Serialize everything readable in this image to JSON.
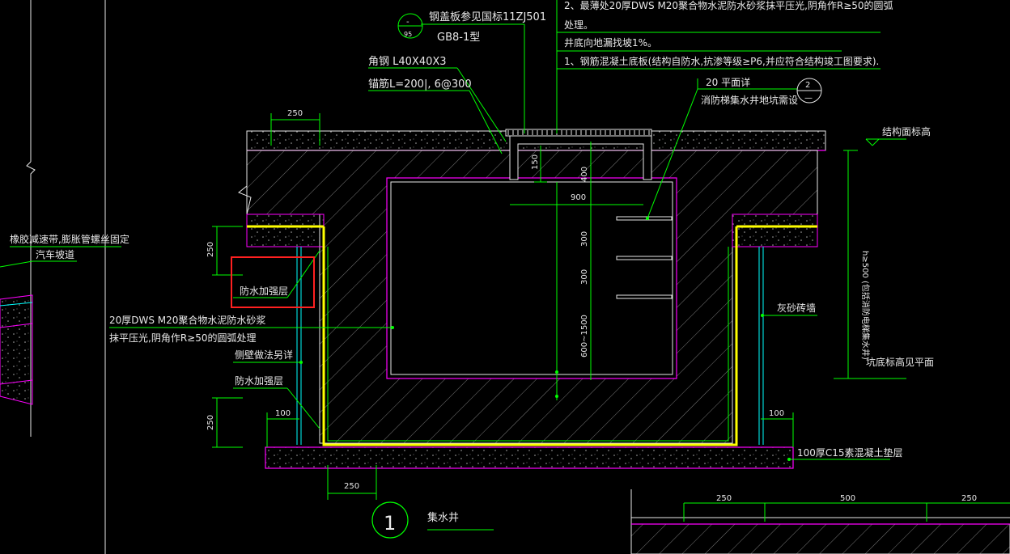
{
  "notes": {
    "top_line1": "2、最薄处20厚DWS M20聚合物水泥防水砂浆抹平压光,阴角作R≥50的圆弧",
    "top_line2": "处理。",
    "top_line3": "井底向地漏找坡1%。",
    "top_line4": "1、钢筋混凝土底板(结构自防水,抗渗等级≥P6,并应符合结构竣工图要求)."
  },
  "labels": {
    "cover_ref": "钢盖板参见国标11ZJ501",
    "cover_type": "GB8-1型",
    "angle_steel": "角钢 L40X40X3",
    "anchor": "锚筋L=200|, 6@300",
    "rubber_strip": "橡胶减速带,膨胀管螺丝固定",
    "car_ramp": "汽车坡道",
    "waterproof_reinforce_1": "防水加强层",
    "mortar_line1": "20厚DWS M20聚合物水泥防水砂浆",
    "mortar_line2": "抹平压光,阴角作R≥50的圆弧处理",
    "side_wall": "侧壁做法另详",
    "waterproof_reinforce_2": "防水加强层",
    "ladder_1": "20 平面详",
    "ladder_2": "消防梯集水井地坑需设",
    "struct_level": "结构面标高",
    "lime_brick": "灰砂砖墙",
    "pit_bottom": "坑底标高见平面",
    "h_label": "h≥500 (包括消防电梯集水井)",
    "cushion": "100厚C15素混凝土垫层",
    "title_num": "1",
    "title": "集水井",
    "ref_detail_top": "-",
    "ref_detail_bottom": "95",
    "ref2_top": "2",
    "ref2_bottom": "—"
  },
  "dims": {
    "d250_top": "250",
    "d250_left_upper": "250",
    "d250_left_lower": "250",
    "d100_left": "100",
    "d100_right": "100",
    "d250_bottom": "250",
    "d150": "150",
    "d400": "400",
    "d900": "900",
    "d300_a": "300",
    "d300_b": "300",
    "d600": "600~1500",
    "d250_r1": "250",
    "d500_r": "500",
    "d250_r2": "250"
  },
  "colors": {
    "green": "#00ff00",
    "magenta": "#ff00ff",
    "yellow": "#ffff00",
    "white": "#e8e8e8",
    "red": "#ff2020",
    "cyan": "#00ffff",
    "hatch": "#8a8a8a"
  }
}
